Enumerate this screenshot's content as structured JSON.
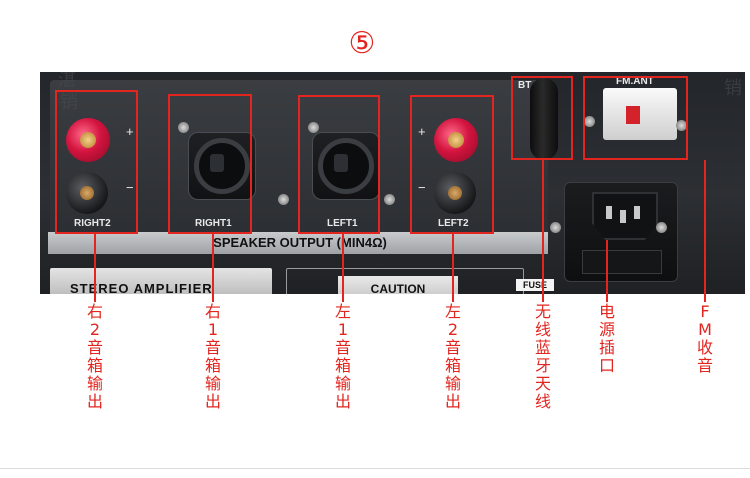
{
  "step_marker": "⑤",
  "panel": {
    "speaker_output": "SPEAKER OUTPUT (MIN4Ω)",
    "stereo_amplifier": "STEREO AMPLIFIER",
    "caution": "CAUTION",
    "fuse": "FUSE",
    "fm_ant": "FM.ANT",
    "bt": "BT",
    "plus": "+",
    "minus": "−",
    "right2": "RIGHT2",
    "right1": "RIGHT1",
    "left1": "LEFT1",
    "left2": "LEFT2"
  },
  "callouts": [
    {
      "label": "右2音箱输出"
    },
    {
      "label": "右1音箱输出"
    },
    {
      "label": "左1音箱输出"
    },
    {
      "label": "左2音箱输出"
    },
    {
      "label": "无线蓝牙天线"
    },
    {
      "label": "电源插口"
    },
    {
      "label": "FM收音"
    }
  ],
  "colors": {
    "highlight": "#e2261f"
  }
}
